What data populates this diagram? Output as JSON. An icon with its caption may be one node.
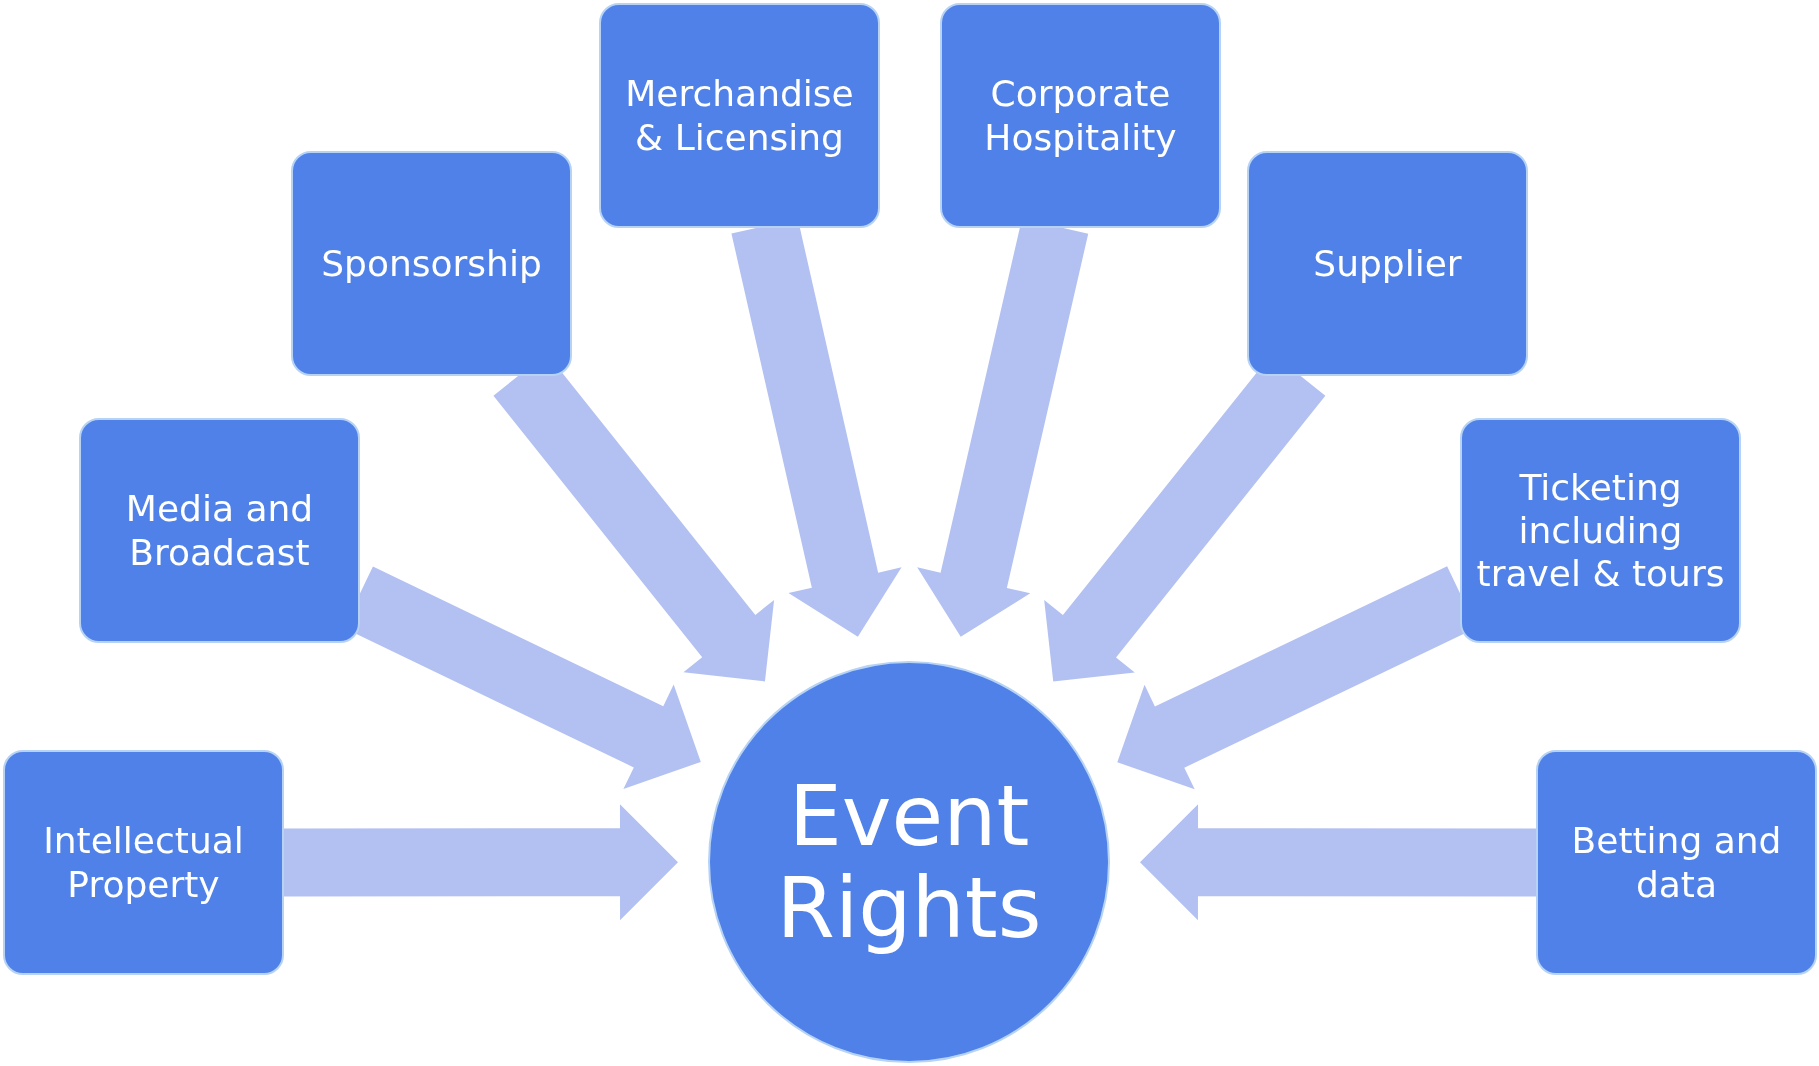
{
  "diagram": {
    "nodes": [
      {
        "text": [
          "Intellectual Property"
        ]
      },
      {
        "text": [
          "Media and Broadcast"
        ]
      },
      {
        "text": [
          "Sponsorship"
        ]
      },
      {
        "text": [
          "Merchandise & Licensing"
        ]
      },
      {
        "text": [
          "Corporate Hospitality"
        ]
      },
      {
        "text": [
          "Supplier"
        ]
      },
      {
        "text": [
          "Ticketing including travel & tours"
        ]
      },
      {
        "text": [
          "Betting and data"
        ]
      },
      {
        "text": [
          "Event Rights"
        ]
      }
    ],
    "edges": [
      {
        "from": 0,
        "to": 8,
        "arrow": "to"
      },
      {
        "from": 1,
        "to": 8,
        "arrow": "to"
      },
      {
        "from": 2,
        "to": 8,
        "arrow": "to"
      },
      {
        "from": 3,
        "to": 8,
        "arrow": "to"
      },
      {
        "from": 4,
        "to": 8,
        "arrow": "to"
      },
      {
        "from": 5,
        "to": 8,
        "arrow": "to"
      },
      {
        "from": 6,
        "to": 8,
        "arrow": "to"
      },
      {
        "from": 7,
        "to": 8,
        "arrow": "to"
      }
    ]
  }
}
